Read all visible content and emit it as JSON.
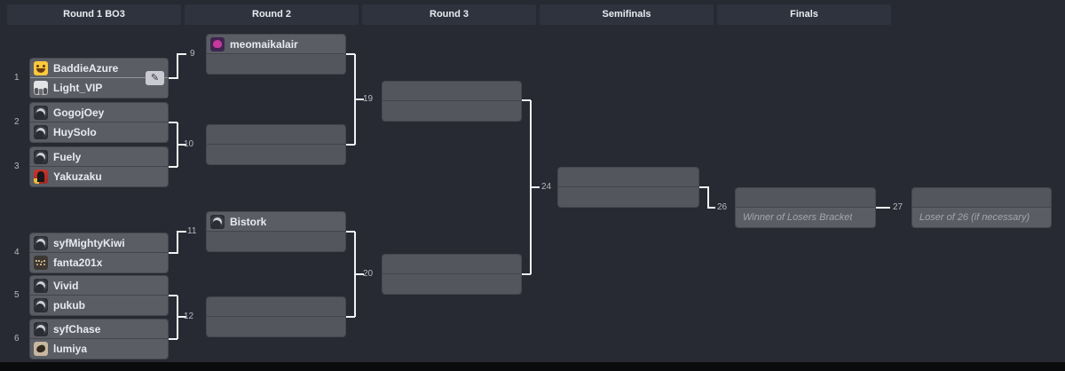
{
  "rounds": [
    "Round 1 BO3",
    "Round 2",
    "Round 3",
    "Semifinals",
    "Finals"
  ],
  "icons": {
    "edit": "✎"
  },
  "colors": {
    "background": "#272a33",
    "header_box": "#2f333e",
    "row_filled": "#5a5d64",
    "row_empty": "#53565d",
    "connector": "#f2f3f5"
  },
  "matches": [
    {
      "id": "1",
      "players": [
        {
          "name": "BaddieAzure",
          "avatar": "smiley"
        },
        {
          "name": "Light_VIP",
          "avatar": "photo-gray"
        }
      ]
    },
    {
      "id": "2",
      "players": [
        {
          "name": "GogojOey",
          "avatar": "default"
        },
        {
          "name": "HuySolo",
          "avatar": "default"
        }
      ]
    },
    {
      "id": "3",
      "players": [
        {
          "name": "Fuely",
          "avatar": "default"
        },
        {
          "name": "Yakuzaku",
          "avatar": "yakuza"
        }
      ]
    },
    {
      "id": "4",
      "players": [
        {
          "name": "syfMightyKiwi",
          "avatar": "default"
        },
        {
          "name": "fanta201x",
          "avatar": "scribble"
        }
      ]
    },
    {
      "id": "5",
      "players": [
        {
          "name": "Vivid",
          "avatar": "default"
        },
        {
          "name": "pukub",
          "avatar": "default"
        }
      ]
    },
    {
      "id": "6",
      "players": [
        {
          "name": "syfChase",
          "avatar": "default"
        },
        {
          "name": "lumiya",
          "avatar": "bird"
        }
      ]
    },
    {
      "id": "9",
      "players": [
        {
          "name": "meomaikalair",
          "avatar": "purple-creature"
        },
        {}
      ]
    },
    {
      "id": "10",
      "players": [
        {},
        {}
      ]
    },
    {
      "id": "11",
      "players": [
        {
          "name": "Bistork",
          "avatar": "default"
        },
        {}
      ]
    },
    {
      "id": "12",
      "players": [
        {},
        {}
      ]
    },
    {
      "id": "19",
      "players": [
        {},
        {}
      ]
    },
    {
      "id": "20",
      "players": [
        {},
        {}
      ]
    },
    {
      "id": "24",
      "players": [
        {},
        {}
      ]
    },
    {
      "id": "26",
      "players": [
        {},
        {
          "placeholder": "Winner of Losers Bracket"
        }
      ]
    },
    {
      "id": "27",
      "players": [
        {},
        {
          "placeholder": "Loser of 26 (if necessary)"
        }
      ]
    }
  ]
}
